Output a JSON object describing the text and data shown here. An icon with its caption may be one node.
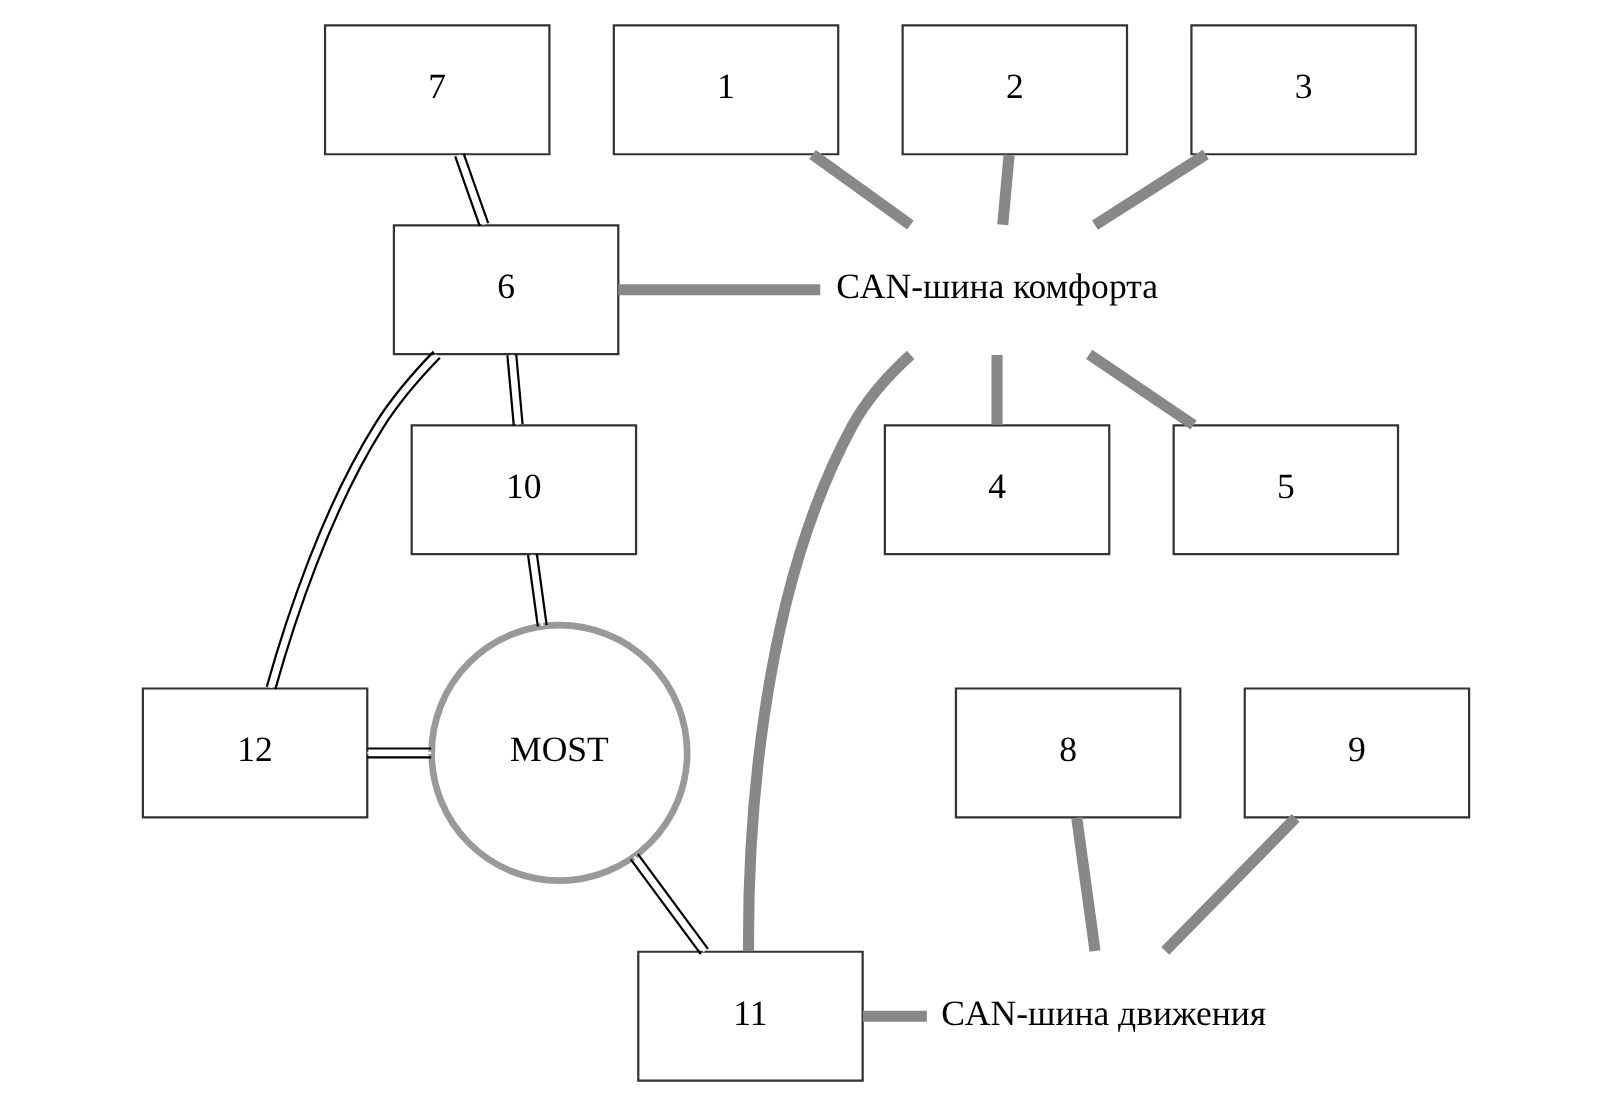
{
  "diagram": {
    "nodes": [
      {
        "text": [
          "1"
        ]
      },
      {
        "text": [
          "2"
        ]
      },
      {
        "text": [
          "3"
        ]
      },
      {
        "text": [
          "7"
        ]
      },
      {
        "text": [
          "6"
        ]
      },
      {
        "text": [
          "4"
        ]
      },
      {
        "text": [
          "5"
        ]
      },
      {
        "text": [
          "CAN-шина комфорта"
        ]
      },
      {
        "text": [
          "10"
        ]
      },
      {
        "text": [
          "8"
        ]
      },
      {
        "text": [
          "9"
        ]
      },
      {
        "text": [
          "11"
        ]
      },
      {
        "text": [
          "MOST"
        ]
      },
      {
        "text": [
          "12"
        ]
      },
      {
        "text": [
          "CAN-шина движения"
        ]
      }
    ],
    "edges": [
      {
        "from": 0,
        "to": 7,
        "arrow": "none"
      },
      {
        "from": 1,
        "to": 7,
        "arrow": "none"
      },
      {
        "from": 2,
        "to": 7,
        "arrow": "none"
      },
      {
        "from": 5,
        "to": 7,
        "arrow": "none"
      },
      {
        "from": 6,
        "to": 7,
        "arrow": "none"
      },
      {
        "from": 4,
        "to": 7,
        "arrow": "none"
      },
      {
        "from": 11,
        "to": 7,
        "arrow": "none"
      },
      {
        "from": 9,
        "to": 14,
        "arrow": "none"
      },
      {
        "from": 10,
        "to": 14,
        "arrow": "none"
      },
      {
        "from": 11,
        "to": 14,
        "arrow": "none"
      },
      {
        "from": 4,
        "to": 3,
        "arrow": "none",
        "color": "#000000"
      },
      {
        "from": 4,
        "to": 8,
        "arrow": "none",
        "color": "#000000"
      },
      {
        "from": 4,
        "to": 13,
        "arrow": "none",
        "color": "#000000"
      },
      {
        "from": 8,
        "to": 12,
        "arrow": "none",
        "color": "#000000"
      },
      {
        "from": 11,
        "to": 12,
        "arrow": "none",
        "color": "#000000"
      },
      {
        "from": 13,
        "to": 12,
        "arrow": "none",
        "color": "#000000"
      }
    ]
  }
}
